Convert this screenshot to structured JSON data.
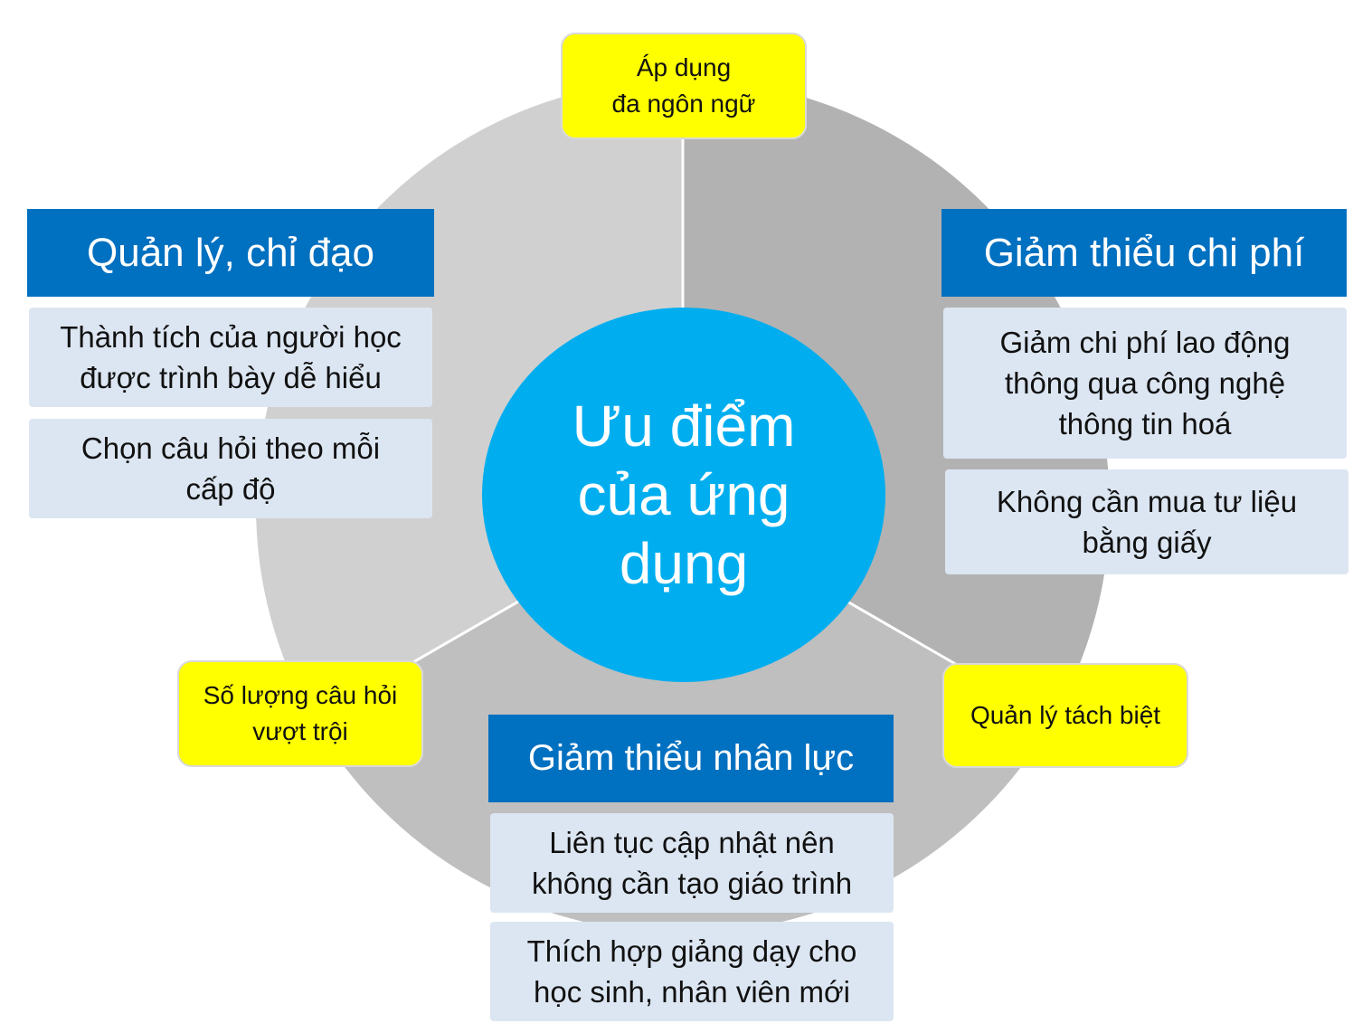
{
  "colors": {
    "sector_top_right": "#b2b2b2",
    "sector_left": "#d0d0d0",
    "sector_bottom": "#bfbfbf",
    "divider": "#ffffff",
    "center": "#00aeef",
    "header": "#0070c0",
    "card": "#dce6f2",
    "callout": "#ffff00"
  },
  "center": {
    "title": "Ưu điểm của ứng dụng"
  },
  "callouts": {
    "top": "Áp dụng\nđa ngôn ngữ",
    "bottom_left": "Số lượng câu hỏi vượt trội",
    "bottom_right": "Quản lý tách biệt"
  },
  "groups": {
    "left": {
      "header": "Quản lý, chỉ đạo",
      "items": [
        "Thành tích của người học được trình bày dễ hiểu",
        "Chọn câu hỏi theo mỗi cấp độ"
      ]
    },
    "right": {
      "header": "Giảm thiểu chi phí",
      "items": [
        "Giảm chi phí lao động thông qua công nghệ thông tin hoá",
        "Không cần mua tư liệu bằng giấy"
      ]
    },
    "bottom": {
      "header": "Giảm thiểu nhân lực",
      "items": [
        "Liên tục cập nhật nên không cần tạo giáo trình",
        "Thích hợp giảng dạy cho học sinh, nhân viên mới"
      ]
    }
  }
}
